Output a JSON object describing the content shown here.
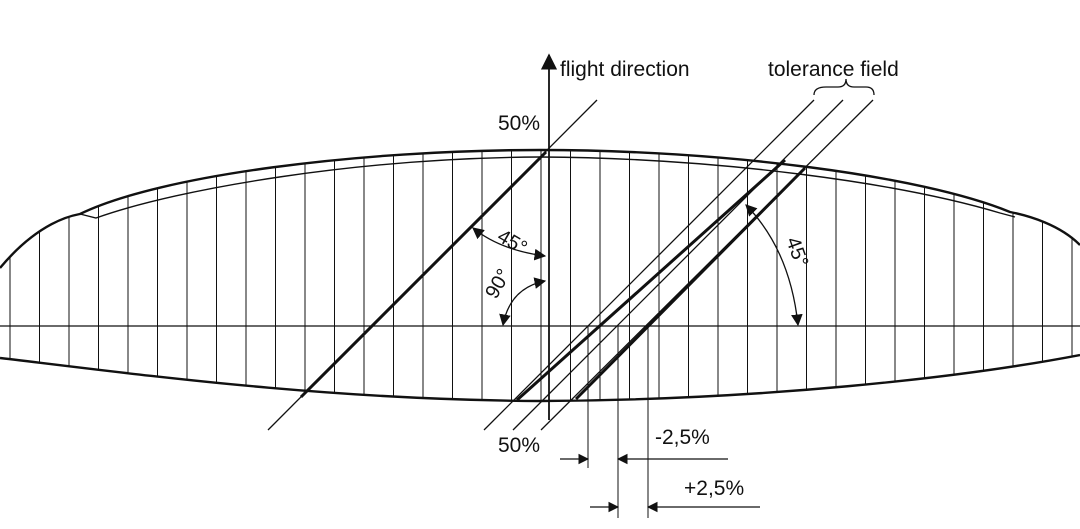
{
  "labels": {
    "flight_direction": "flight direction",
    "tolerance_field": "tolerance field",
    "top_percent": "50%",
    "bottom_percent": "50%",
    "angle_45_left": "45°",
    "angle_90": "90°",
    "angle_45_right": "45°",
    "minus_tolerance": "-2,5%",
    "plus_tolerance": "+2,5%"
  },
  "colors": {
    "ink": "#111111",
    "background": "#ffffff"
  }
}
